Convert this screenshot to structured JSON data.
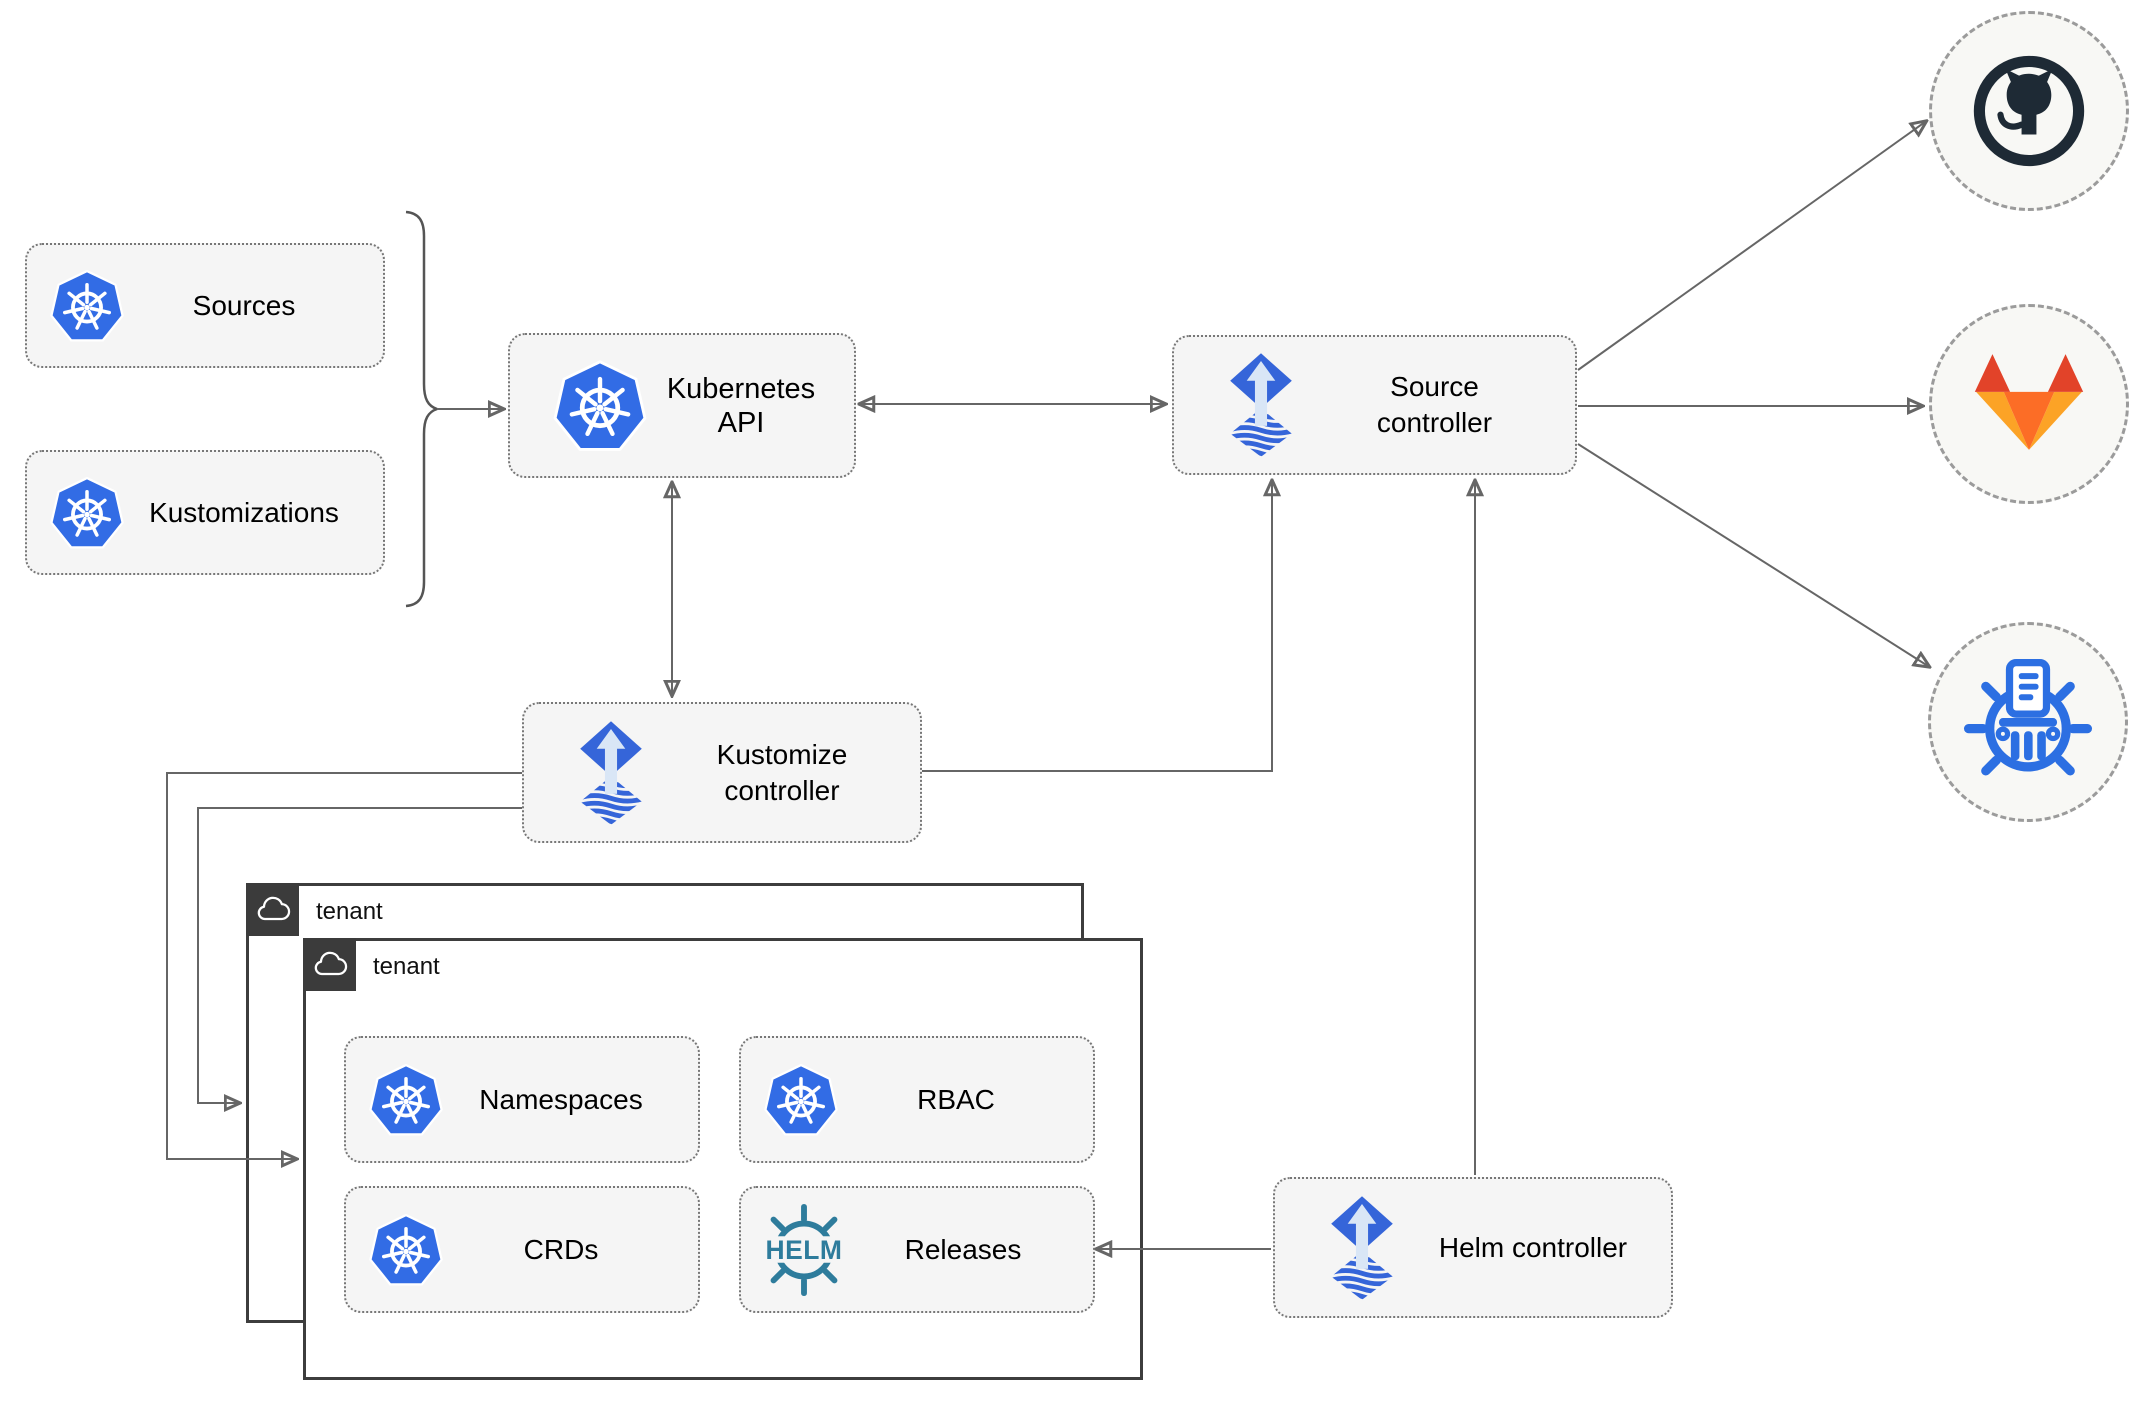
{
  "diagram": {
    "nodes": {
      "sources": "Sources",
      "kustomizations": "Kustomizations",
      "kubernetes_api": "Kubernetes API",
      "source_controller": "Source controller",
      "kustomize_controller": "Kustomize controller",
      "helm_controller": "Helm controller",
      "namespaces": "Namespaces",
      "rbac": "RBAC",
      "crds": "CRDs",
      "releases": "Releases"
    },
    "tenants": {
      "outer": "tenant",
      "inner": "tenant"
    },
    "icons": {
      "helm_wordmark": "HELM",
      "kubernetes": "kubernetes-wheel",
      "flux": "flux-diamond-arrow",
      "cloud": "cloud",
      "github": "github-octocat",
      "gitlab": "gitlab-tanuki",
      "chartmuseum": "chartmuseum-wheel-column"
    },
    "colors": {
      "kubernetes_blue": "#326CE5",
      "flux_blue": "#3565D9",
      "flux_arrow_light": "#D9E6F6",
      "helm_teal": "#2E7C9C",
      "github_dark": "#1E2A35",
      "gitlab_red": "#E24329",
      "gitlab_orange": "#FC6D26",
      "gitlab_amber": "#FCA326",
      "chartmuseum_blue": "#2C6FE2",
      "node_fill": "#F5F5F5",
      "tenant_tab_dark": "#3B3B3B",
      "edge_gray": "#666666"
    }
  }
}
